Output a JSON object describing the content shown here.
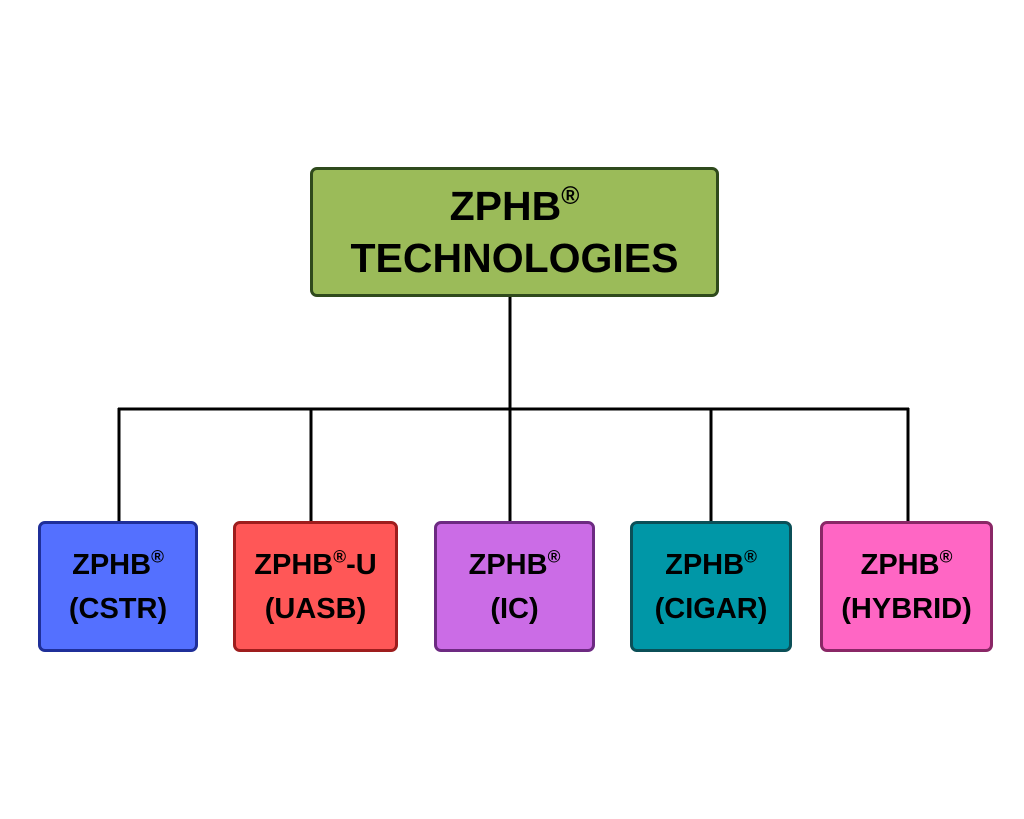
{
  "root": {
    "line1": "ZPHB",
    "line1_mark": "®",
    "line2": "TECHNOLOGIES",
    "color": "#9bbb59",
    "border_color": "#2f4a1c"
  },
  "children": [
    {
      "line1": "ZPHB",
      "mark": "®",
      "suffix": "",
      "line2": "(CSTR)",
      "color": "#5470ff",
      "border_color": "#1f2f99"
    },
    {
      "line1": "ZPHB",
      "mark": "®",
      "suffix": "-U",
      "line2": "(UASB)",
      "color": "#ff5757",
      "border_color": "#9e1d1d"
    },
    {
      "line1": "ZPHB",
      "mark": "®",
      "suffix": "",
      "line2": "(IC)",
      "color": "#cb6ce6",
      "border_color": "#6d2a82"
    },
    {
      "line1": "ZPHB",
      "mark": "®",
      "suffix": "",
      "line2": "(CIGAR)",
      "color": "#0097a7",
      "border_color": "#0b4f57"
    },
    {
      "line1": "ZPHB",
      "mark": "®",
      "suffix": "",
      "line2": "(HYBRID)",
      "color": "#ff66c4",
      "border_color": "#8a2766"
    }
  ],
  "connector_color": "#000000"
}
